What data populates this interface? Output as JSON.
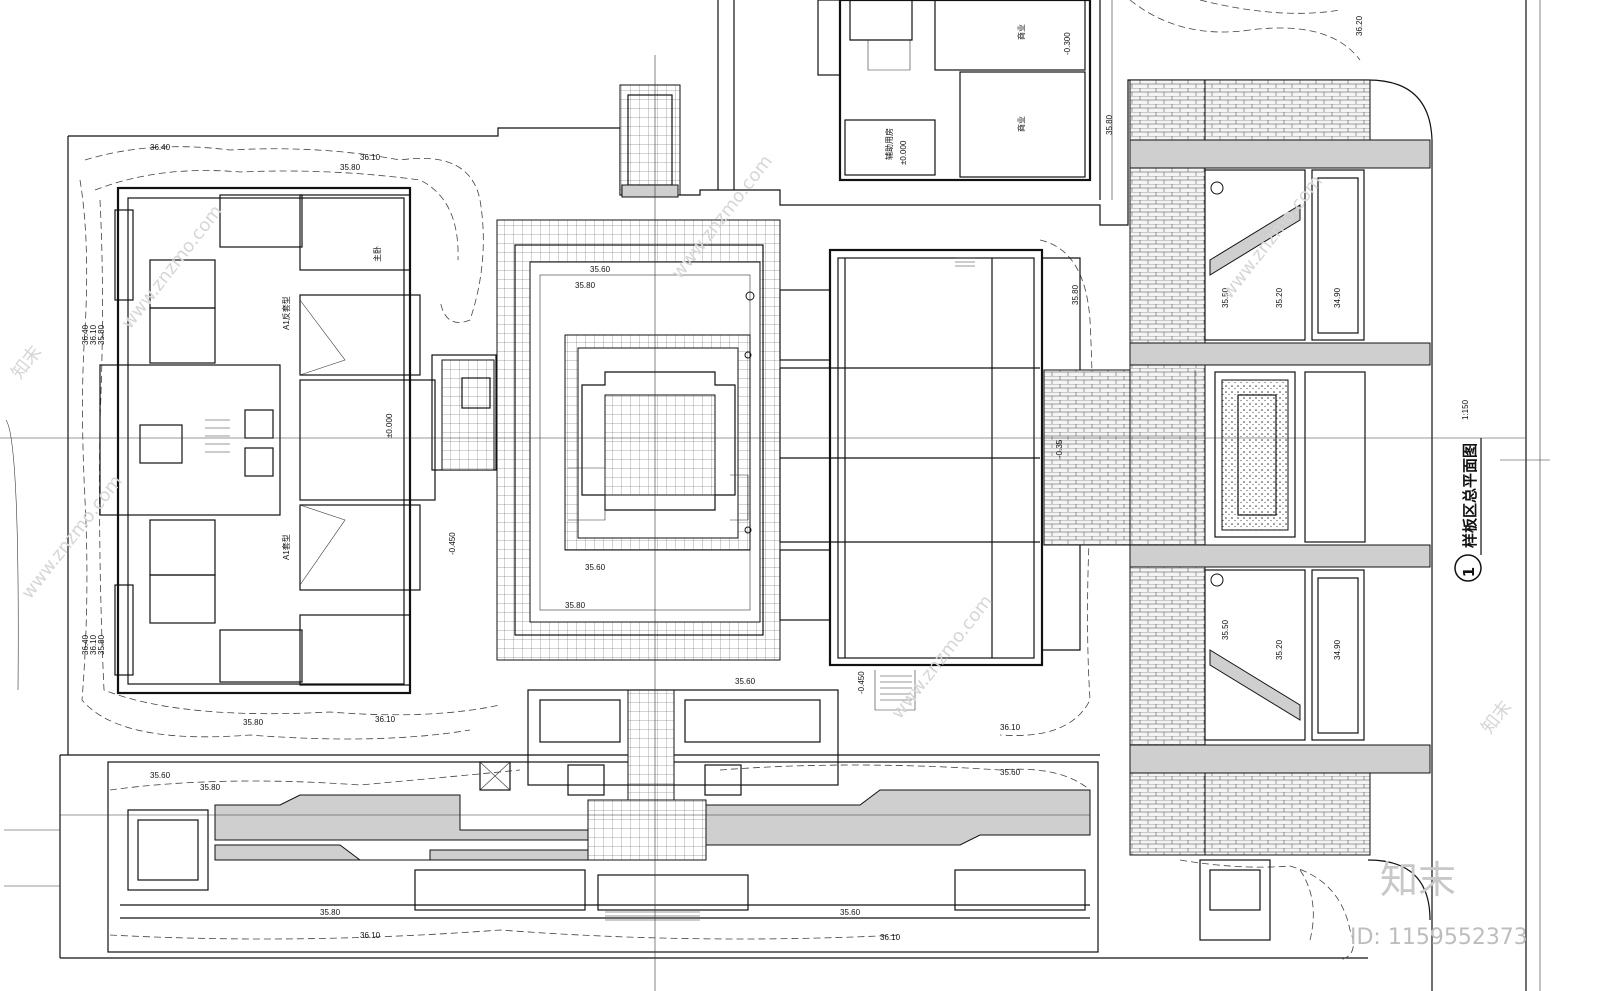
{
  "drawing": {
    "title": "样板区总平面图",
    "scale": "1:150",
    "index_number": "1"
  },
  "room_labels": {
    "unit_a1_mirror": "A1反套型",
    "unit_a1": "A1套型",
    "commercial_1": "商业",
    "commercial_2": "商业",
    "auxiliary_room": "辅助用房",
    "bedroom": "主卧"
  },
  "levels": {
    "floor_0": "±0.000",
    "floor_minus": "-0.300",
    "aux_floor": "±0.000",
    "unit_entry": "±0.000",
    "terrace": "-0.450",
    "stair_landing": "-0.450",
    "plaza": "-0.35"
  },
  "contours": [
    "36.40",
    "36.10",
    "35.80",
    "35.60",
    "35.50",
    "35.20",
    "34.90",
    "36.20"
  ],
  "watermark": {
    "brand": "知末",
    "site": "www.znzmo.com",
    "id_text": "ID: 1159552373"
  }
}
